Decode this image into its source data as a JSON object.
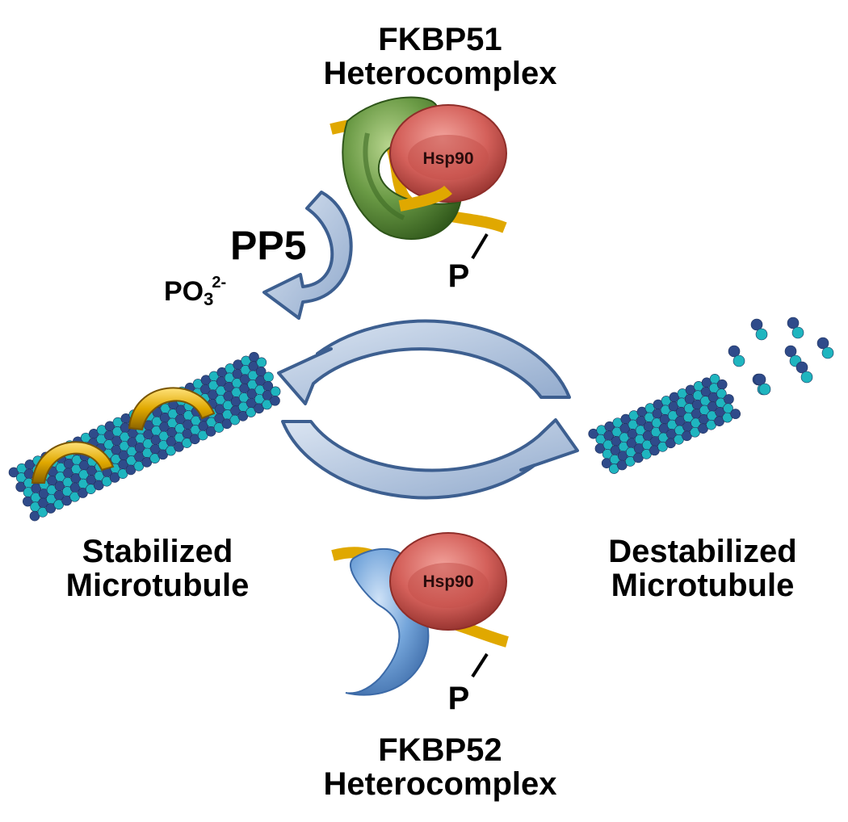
{
  "labels": {
    "top_complex_line1": "FKBP51",
    "top_complex_line2": "Heterocomplex",
    "bottom_complex_line1": "FKBP52",
    "bottom_complex_line2": "Heterocomplex",
    "stabilized_line1": "Stabilized",
    "stabilized_line2": "Microtubule",
    "destabilized_line1": "Destabilized",
    "destabilized_line2": "Microtubule",
    "enzyme": "PP5",
    "phosphate_base": "PO",
    "phosphate_sub": "3",
    "phosphate_sup": "2-",
    "hsp_top": "Hsp90",
    "hsp_bottom": "Hsp90",
    "phospho_top": "P",
    "phospho_bottom": "P"
  },
  "colors": {
    "tubulin_dark": "#2f4b8a",
    "tubulin_light": "#1fb5bf",
    "tau_gold": "#e0a800",
    "hsp90_red": "#d0605a",
    "fkbp51_green": "#5f8f3c",
    "fkbp52_blue": "#6d9fd8",
    "arrow_fill": "#b7c9e2",
    "arrow_stroke": "#3d5f90"
  }
}
